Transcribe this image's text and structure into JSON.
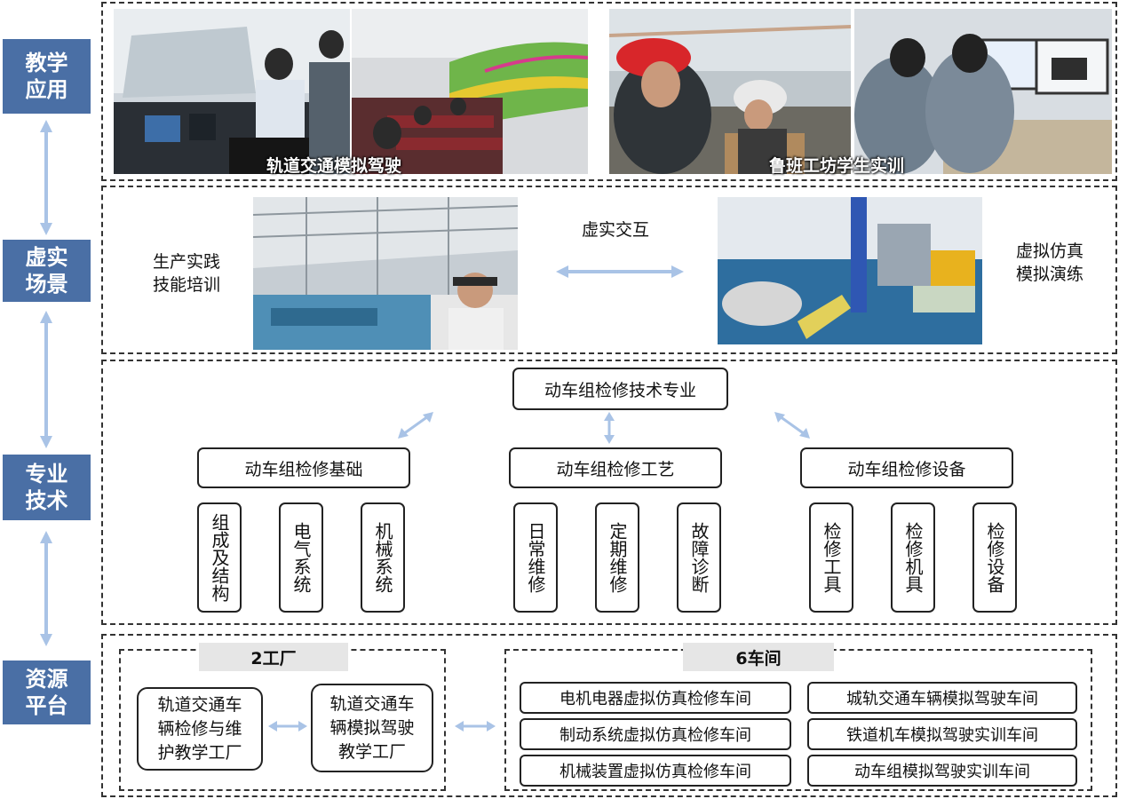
{
  "sidebar": {
    "teaching": "教学\n应用",
    "scene": "虚实\n场景",
    "tech": "专业\n技术",
    "resource": "资源\n平台"
  },
  "teaching": {
    "caption_left": "轨道交通模拟驾驶",
    "caption_right": "鲁班工坊学生实训"
  },
  "scene": {
    "left_label": "生产实践\n技能培训",
    "middle_label": "虚实交互",
    "right_label": "虚拟仿真\n模拟演练"
  },
  "tech": {
    "top": "动车组检修技术专业",
    "groups": [
      {
        "title": "动车组检修基础",
        "items": [
          "组成及结构",
          "电气系统",
          "机械系统"
        ]
      },
      {
        "title": "动车组检修工艺",
        "items": [
          "日常维修",
          "定期维修",
          "故障诊断"
        ]
      },
      {
        "title": "动车组检修设备",
        "items": [
          "检修工具",
          "检修机具",
          "检修设备"
        ]
      }
    ]
  },
  "resource": {
    "factory_tag": "2工厂",
    "workshop_tag": "6车间",
    "factories": [
      "轨道交通车\n辆检修与维\n护教学工厂",
      "轨道交通车\n辆模拟驾驶\n教学工厂"
    ],
    "workshops_left": [
      "电机电器虚拟仿真检修车间",
      "制动系统虚拟仿真检修车间",
      "机械装置虚拟仿真检修车间"
    ],
    "workshops_right": [
      "城轨交通车辆模拟驾驶车间",
      "铁道机车模拟驾驶实训车间",
      "动车组模拟驾驶实训车间"
    ]
  },
  "colors": {
    "side_label_bg": "#4a6fa5",
    "arrow": "#a9c3e6"
  }
}
